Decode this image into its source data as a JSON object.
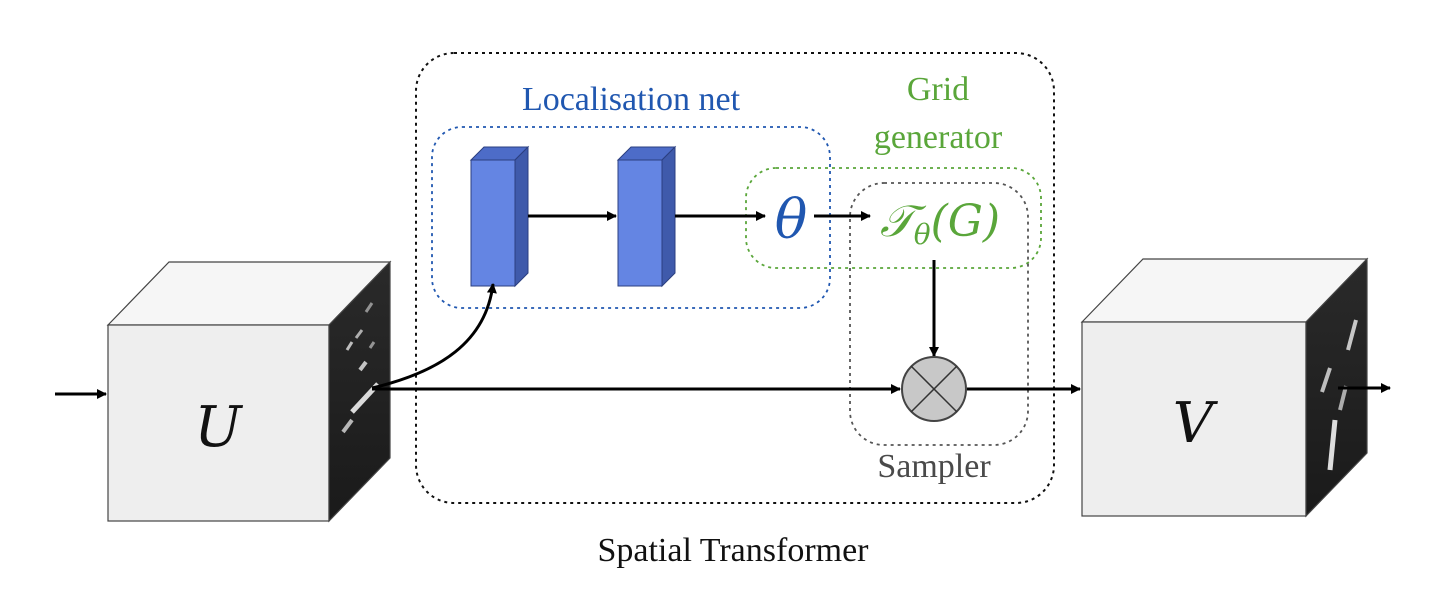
{
  "diagram": {
    "caption": "Spatial Transformer",
    "input": {
      "symbol": "U"
    },
    "output": {
      "symbol": "V"
    },
    "localisation_net": {
      "label": "Localisation net"
    },
    "grid_generator": {
      "label_line1": "Grid",
      "label_line2": "generator",
      "theta": "θ",
      "transform": "𝒯",
      "transform_sub": "θ",
      "transform_arg": "(G)"
    },
    "sampler": {
      "label": "Sampler",
      "operator_icon": "circle-times-icon"
    }
  },
  "colors": {
    "localisation": "#2057b0",
    "grid": "#5aa63a",
    "sampler": "#4a4a4a",
    "layer_front": "#6485e3",
    "layer_side": "#3f5aab",
    "layer_top": "#4d6cc8",
    "cube_front": "#eeeeee",
    "cube_top": "#f6f6f6"
  }
}
